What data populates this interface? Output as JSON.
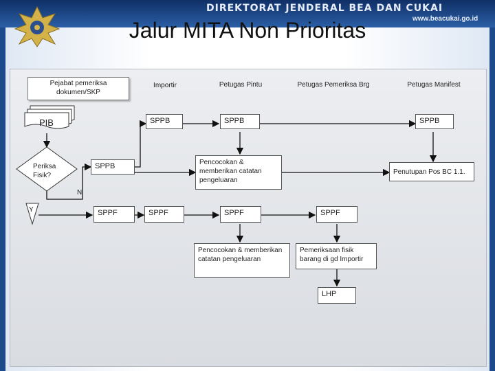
{
  "header": {
    "org_name": "DIREKTORAT JENDERAL BEA DAN CUKAI",
    "url": "www.beacukai.go.id"
  },
  "title": "Jalur MITA Non Prioritas",
  "lanes": {
    "pejabat": "Pejabat pemeriksa dokumen/SKP",
    "importir": "Importir",
    "petugas_pintu": "Petugas Pintu",
    "petugas_brg": "Petugas Pemeriksa Brg",
    "petugas_manifest": "Petugas Manifest"
  },
  "nodes": {
    "pib": "PIB",
    "periksa": "Periksa Fisik?",
    "y_label": "Y",
    "n_label": "N",
    "sppb_pejabat": "SPPB",
    "sppb_importir": "SPPB",
    "sppb_pintu": "SPPB",
    "sppb_manifest": "SPPB",
    "pencocokan1": "Pencocokan & memberikan catatan pengeluaran",
    "penutupan": "Penutupan Pos BC 1.1.",
    "sppf_pejabat": "SPPF",
    "sppf_importir": "SPPF",
    "sppf_pintu": "SPPF",
    "sppf_brg": "SPPF",
    "pencocokan2": "Pencocokan & memberikan catatan pengeluaran",
    "pemeriksaan": "Pemeriksaan fisik barang di gd Importir",
    "lhp": "LHP"
  }
}
